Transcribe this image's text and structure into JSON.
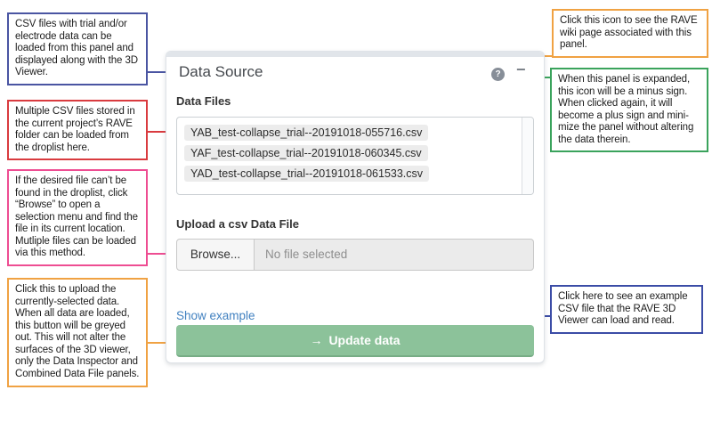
{
  "panel": {
    "title": "Data Source",
    "help_icon": "?",
    "collapse_icon": "−",
    "data_files_label": "Data Files",
    "files": [
      "YAB_test-collapse_trial--20191018-055716.csv",
      "YAF_test-collapse_trial--20191018-060345.csv",
      "YAD_test-collapse_trial--20191018-061533.csv"
    ],
    "upload_label": "Upload a csv Data File",
    "browse_label": "Browse...",
    "file_placeholder": "No file selected",
    "show_example_label": "Show example",
    "update_button": {
      "icon": "→",
      "label": "Update data"
    }
  },
  "annotations": {
    "csv_overview": {
      "text": "CSV files with trial and/or electrode data can be loaded from this panel and displayed along with the 3D Viewer."
    },
    "droplist": {
      "text": "Multiple CSV files stored in the current project’s RAVE folder can be loaded from the droplist here."
    },
    "browse": {
      "text": "If the desired file can’t be found in the droplist, click “Browse” to open a selection menu and find the file in its current location. Mutliple files can be loaded via this method."
    },
    "update": {
      "text": "Click this to upload the currently-selected data. When all data are loaded, this button will be greyed out. This will not alter the surfaces of the 3D viewer, only the Data Inspector and Combined Data File panels."
    },
    "wiki": {
      "text": "Click this icon to see the RAVE wiki page associated with this panel."
    },
    "collapse": {
      "text": "When this panel is expanded, this icon will be a minus sign. When clicked again, it will become a plus sign and mini­mize the panel without alter­ing the data therein."
    },
    "example": {
      "text": "Click here to see an example CSV file that the RAVE 3D Viewer can load and read."
    }
  },
  "colors": {
    "callout_blue": "#4a55a2",
    "callout_red": "#d93b3f",
    "callout_pink": "#ee4d92",
    "callout_orange": "#f0a243",
    "callout_green": "#3aa35c",
    "callout_navy": "#3b4ca6",
    "button_green": "#8cc29a",
    "link_blue": "#4181c0",
    "icon_gray": "#878e98"
  }
}
